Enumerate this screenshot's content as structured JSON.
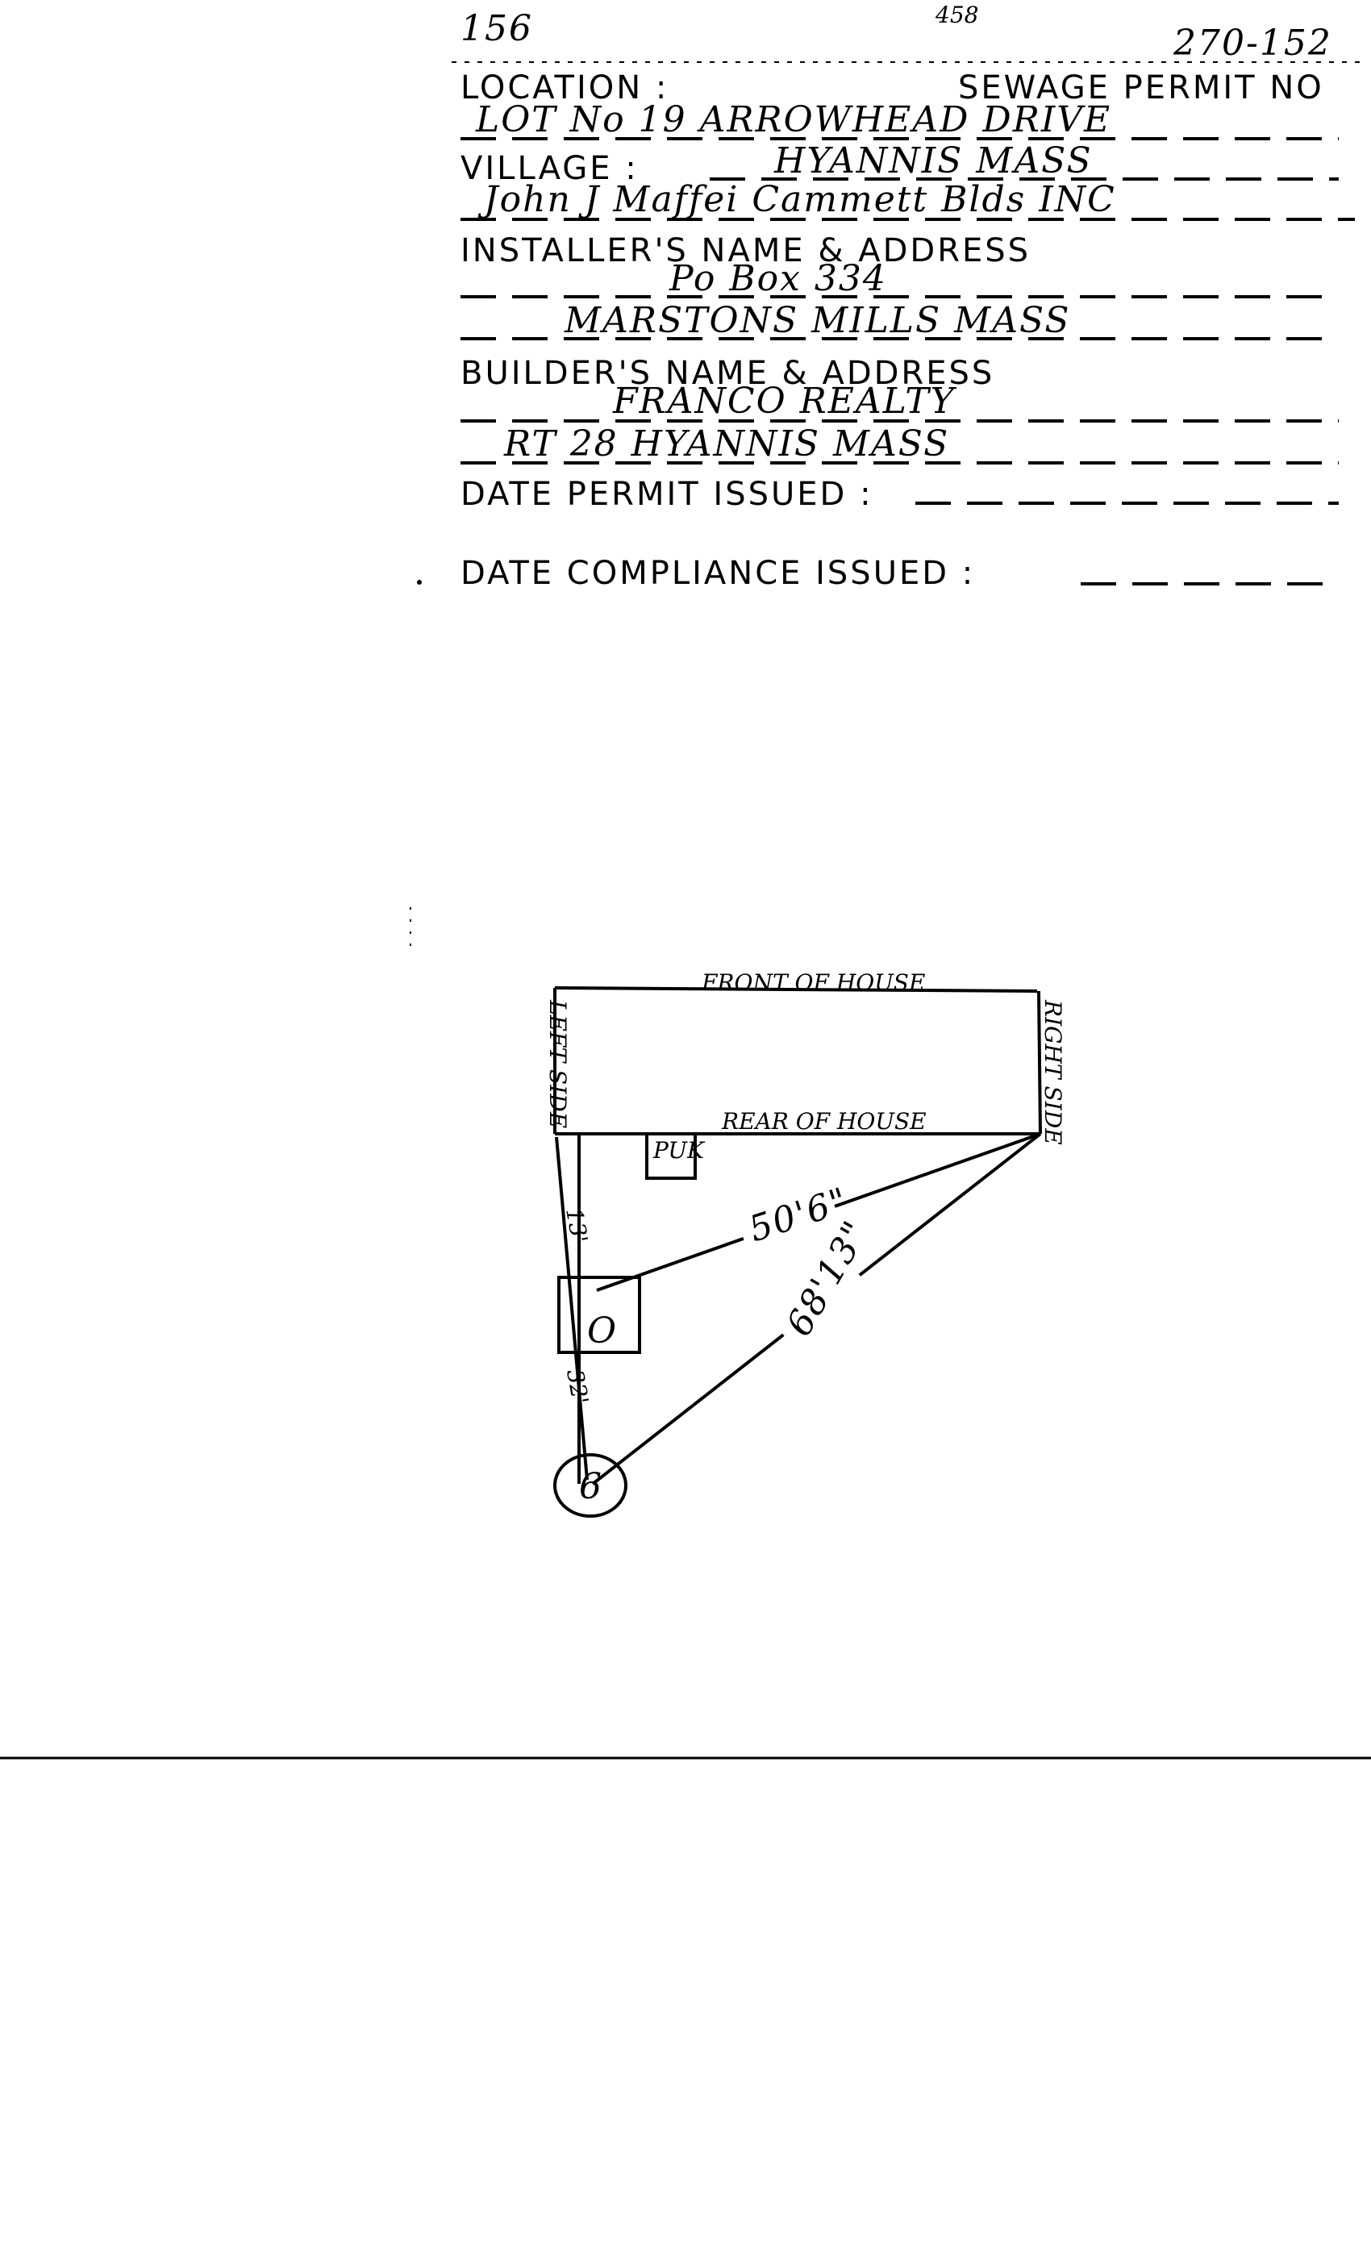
{
  "header": {
    "page_number": "156",
    "ref_number": "458",
    "permit_number": "270-152"
  },
  "form": {
    "location_label": "LOCATION :",
    "sewage_permit_label": "SEWAGE PERMIT NO",
    "location_value": "LOT No 19  ARROWHEAD DRIVE",
    "village_label": "VILLAGE :",
    "village_value": "HYANNIS MASS",
    "installer_name_value": "John J Maffei  Cammett Blds INC",
    "installer_label": "INSTALLER'S NAME & ADDRESS",
    "installer_address_1": "Po Box 334",
    "installer_address_2": "MARSTONS MILLS MASS",
    "builder_label": "BUILDER'S NAME & ADDRESS",
    "builder_name": "FRANCO REALTY",
    "builder_address": "RT 28 HYANNIS MASS",
    "date_permit_label": "DATE PERMIT ISSUED :",
    "date_compliance_label": "DATE COMPLIANCE ISSUED :"
  },
  "diagram": {
    "front_label": "FRONT OF HOUSE",
    "rear_label": "REAR OF HOUSE",
    "left_label": "LEFT SIDE",
    "right_label": "RIGHT SIDE",
    "puk_label": "PUK",
    "tank_label": "O",
    "dim_left": "13'",
    "dim_tank_to_house": "50'6\"",
    "dim_well_to_house": "68'13\"",
    "dim_tank_to_well": "32'",
    "well_label": "6"
  }
}
